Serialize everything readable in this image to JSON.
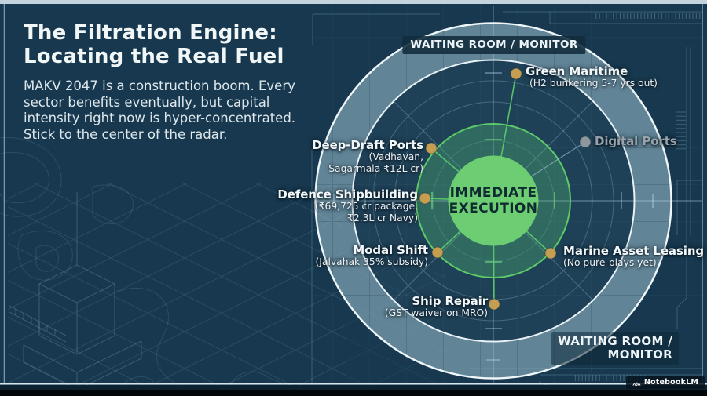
{
  "slide": {
    "title_line1": "The Filtration Engine:",
    "title_line2": "Locating the Real Fuel",
    "body": "MAKV 2047 is a construction boom. Every sector benefits eventually, but capital intensity right now is hyper-concentrated. Stick to the center of the radar."
  },
  "radar": {
    "center_zone": {
      "line1": "IMMEDIATE",
      "line2": "EXECUTION"
    },
    "outer_zone_top": "WAITING ROOM / MONITOR",
    "outer_zone_bottom_line1": "WAITING ROOM /",
    "outer_zone_bottom_line2": "MONITOR",
    "items": [
      {
        "id": "green-maritime",
        "name": "Green Maritime",
        "detail_lines": [
          "(H2 bunkering 5-7 yrs out)"
        ],
        "marker": "gold"
      },
      {
        "id": "digital-ports",
        "name": "Digital Ports",
        "detail_lines": [],
        "marker": "gray"
      },
      {
        "id": "deep-draft-ports",
        "name": "Deep-Draft Ports",
        "detail_lines": [
          "(Vadhavan,",
          "Sagarmala ₹12L cr)"
        ],
        "marker": "gold"
      },
      {
        "id": "defence-shipbuilding",
        "name": "Defence Shipbuilding",
        "detail_lines": [
          "(₹69,725 cr package,",
          "₹2.3L cr Navy)"
        ],
        "marker": "gold"
      },
      {
        "id": "modal-shift",
        "name": "Modal Shift",
        "detail_lines": [
          "(Jalvahak 35% subsidy)"
        ],
        "marker": "gold"
      },
      {
        "id": "marine-asset-leasing",
        "name": "Marine Asset Leasing",
        "detail_lines": [
          "(No pure-plays yet)"
        ],
        "marker": "gold"
      },
      {
        "id": "ship-repair",
        "name": "Ship Repair",
        "detail_lines": [
          "(GST waiver on MRO)"
        ],
        "marker": "gold"
      }
    ]
  },
  "watermark": {
    "label": "NotebookLM"
  },
  "colors": {
    "background": "#17384e",
    "outer_band": "#6e92a2",
    "immediate_zone_fill": "#2e7058",
    "immediate_zone_core": "#6ccd73",
    "zone_ring_green": "#5ecb68",
    "marker_gold": "#c69e52",
    "marker_gray": "#8e979e",
    "text_white": "#f2f7f9",
    "text_muted": "#98a2aa",
    "center_text": "#0f2a30"
  }
}
